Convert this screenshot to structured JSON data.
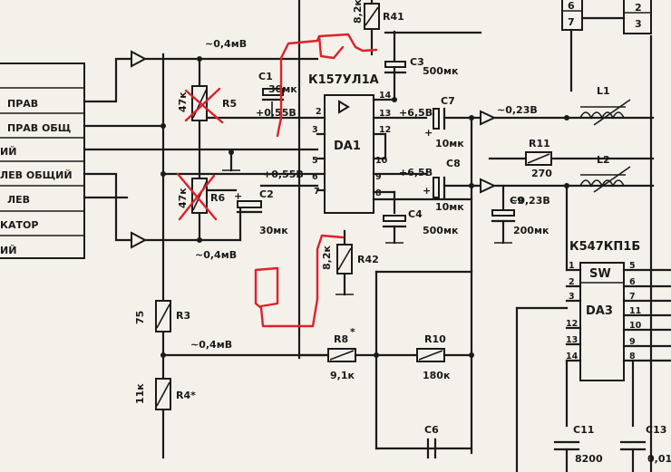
{
  "connector_labels": [
    "ПРАВ",
    "ПРАВ ОБЩ",
    "ИЙ",
    "ЛЕВ ОБЩИЙ",
    "ЛЕВ",
    "КАТОР",
    "ИЙ"
  ],
  "ic1": {
    "part": "К157УЛ1А",
    "ref": "DA1",
    "pins_left": [
      "2",
      "3",
      "5",
      "6",
      "7"
    ],
    "pins_right": [
      "14",
      "13",
      "12",
      "10",
      "9",
      "8"
    ]
  },
  "ic3": {
    "part": "К547КП1Б",
    "ref": "DA3",
    "func": "SW",
    "pins_left": [
      "1",
      "2",
      "3",
      "12",
      "13",
      "14"
    ],
    "pins_right": [
      "5",
      "6",
      "7",
      "11",
      "10",
      "9",
      "8"
    ]
  },
  "resistors": {
    "r5": "R5",
    "r6": "R6",
    "r5_val": "47к",
    "r6_val": "47к",
    "r3": "R3",
    "r3_val": "75",
    "r4": "R4*",
    "r4_val": "11к",
    "r8": "R8",
    "r8_mark": "*",
    "r8_val": "9,1к",
    "r10": "R10",
    "r10_val": "180к",
    "r11": "R11",
    "r11_val": "270",
    "r41": "R41",
    "r41_val": "8,2к",
    "r42": "R42",
    "r42_val": "8,2к"
  },
  "capacitors": {
    "c1": "C1",
    "c1_val": "30мк",
    "c2": "C2",
    "c2_val": "30мк",
    "c3": "C3",
    "c3_val": "500мк",
    "c4": "C4",
    "c4_val": "500мк",
    "c6": "C6",
    "c7": "C7",
    "c7_val": "10мк",
    "c8": "C8",
    "c8_val": "10мк",
    "c9": "C9",
    "c9_val": "200мк",
    "c11": "C11",
    "c11_val": "8200",
    "c13": "C13",
    "c13_val": "0,01"
  },
  "inductors": {
    "l1": "L1",
    "l2": "L2"
  },
  "voltages": {
    "v_top": "~0,4мВ",
    "v_bottom": "~0,4мВ",
    "v_mid": "~0,4мВ",
    "v_pin2": "+0,55В",
    "v_pin6": "+0,55В",
    "v_pin13": "+6,5В",
    "v_pin9": "+6,5В",
    "v_out1": "~0,23В",
    "v_out2": "~0,23В"
  },
  "connector_pins_top_right": [
    "6",
    "7",
    "2",
    "3"
  ]
}
